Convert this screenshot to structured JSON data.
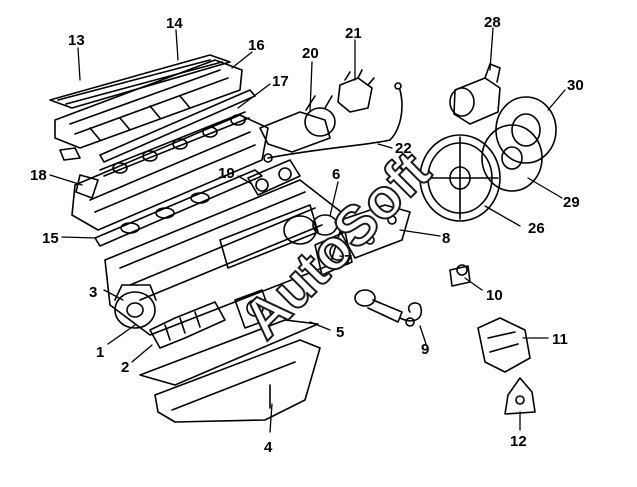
{
  "diagram": {
    "type": "exploded-parts-view",
    "subject": "engine assembly",
    "line_color": "#000000",
    "background": "#ffffff",
    "callouts": [
      "1",
      "2",
      "3",
      "4",
      "5",
      "6",
      "7",
      "8",
      "9",
      "10",
      "11",
      "12",
      "13",
      "14",
      "15",
      "16",
      "17",
      "18",
      "19",
      "20",
      "21",
      "22",
      "26",
      "28",
      "29",
      "30"
    ],
    "watermark": "AutoSoft"
  }
}
